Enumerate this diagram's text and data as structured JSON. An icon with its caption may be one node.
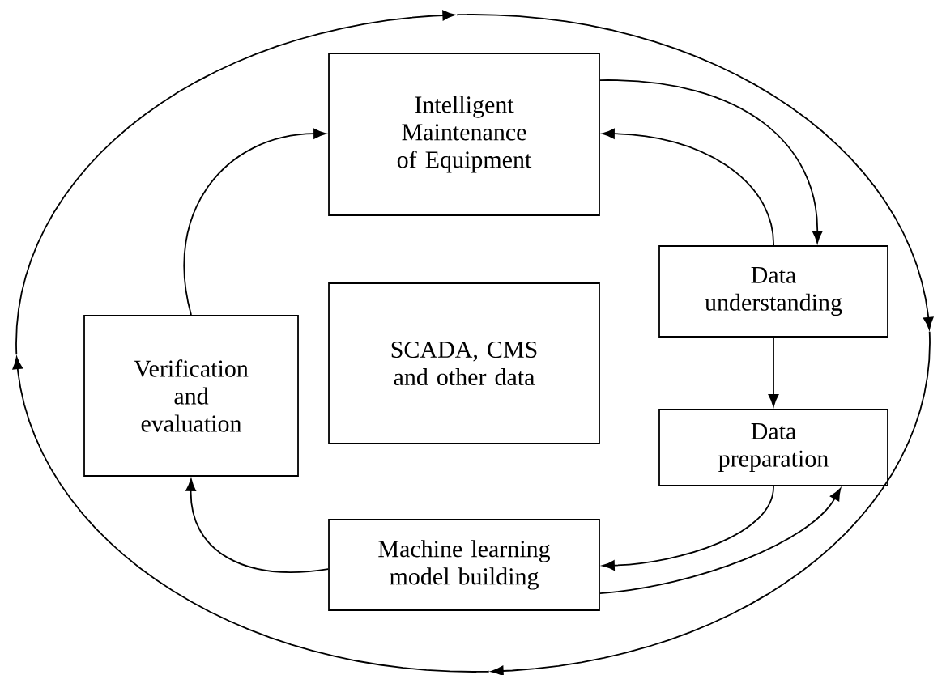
{
  "diagram": {
    "nodes": [
      {
        "text": [
          "Intelligent Maintenance of Equipment"
        ]
      },
      {
        "text": [
          "Data understanding"
        ]
      },
      {
        "text": [
          "Verification and evaluation"
        ]
      },
      {
        "text": [
          "SCADA, CMS and other data"
        ]
      },
      {
        "text": [
          "Data preparation"
        ]
      },
      {
        "text": [
          "Machine learning model building"
        ]
      }
    ],
    "edges": [
      {
        "from": 0,
        "to": 1,
        "arrow": "to"
      },
      {
        "from": 1,
        "to": 0,
        "arrow": "to"
      },
      {
        "from": 1,
        "to": 4,
        "arrow": "to"
      },
      {
        "from": 4,
        "to": 5,
        "arrow": "to"
      },
      {
        "from": 5,
        "to": 4,
        "arrow": "to"
      },
      {
        "from": 5,
        "to": 2,
        "arrow": "to"
      },
      {
        "from": 2,
        "to": 0,
        "arrow": "to"
      }
    ]
  }
}
